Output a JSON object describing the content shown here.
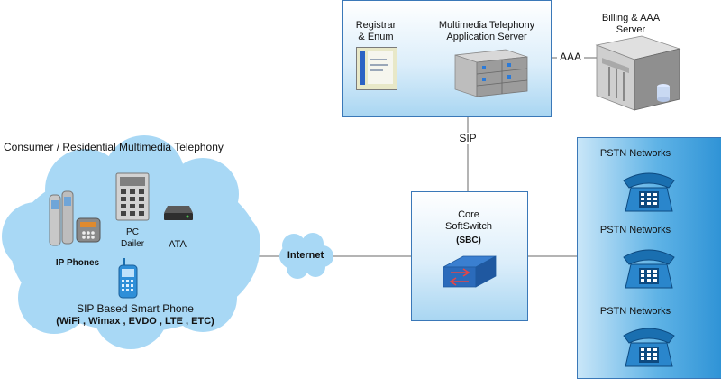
{
  "labels": {
    "registrar": [
      "Registrar",
      "& Enum"
    ],
    "mmtas": [
      "Multimedia Telephony",
      "Application Server"
    ],
    "billing": [
      "Billing & AAA",
      "Server"
    ],
    "aaa": "AAA",
    "sip": "SIP",
    "consumer_title": "Consumer / Residential Multimedia Telephony",
    "pc": [
      "PC",
      "Dailer"
    ],
    "ata": "ATA",
    "ip_phones": "IP Phones",
    "smartphone": [
      "SIP Based Smart Phone",
      "(WiFi , Wimax , EVDO , LTE , ETC)"
    ],
    "internet": "Internet",
    "core": [
      "Core",
      "SoftSwitch"
    ],
    "sbc": "(SBC)",
    "pstn": [
      "PSTN Networks",
      "PSTN Networks",
      "PSTN Networks"
    ]
  },
  "colors": {
    "box_border": "#3a78b8",
    "cloud_fill": "#a8d8f5",
    "phone": "#1a6fb0",
    "line": "#6a6a6a"
  }
}
